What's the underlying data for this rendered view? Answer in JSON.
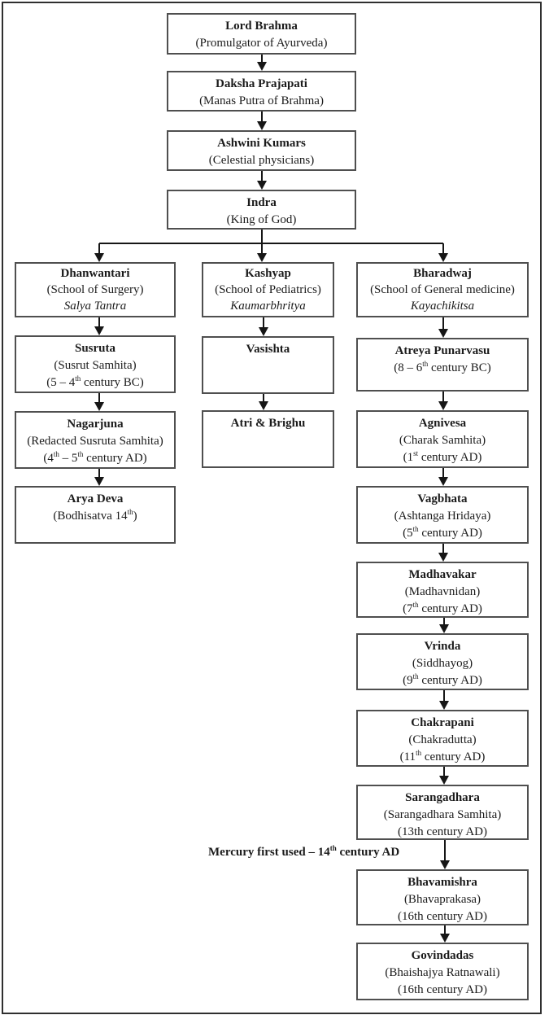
{
  "figure": {
    "description": "Lineage flowchart of Ayurveda from Lord Brahma through three schools",
    "colors": {
      "background": "#ffffff",
      "box_border": "#4f4f4f",
      "ink": "#1b1b1b",
      "frame": "#2f2f2f"
    }
  },
  "note": {
    "text": "Mercury first used – 14^th^ century AD"
  },
  "nodes": {
    "brahma": {
      "title": "Lord Brahma",
      "line2": "(Promulgator of Ayurveda)"
    },
    "daksha": {
      "title": "Daksha Prajapati",
      "line2": "(Manas Putra of Brahma)"
    },
    "ashwini": {
      "title": "Ashwini Kumars",
      "line2": "(Celestial physicians)"
    },
    "indra": {
      "title": "Indra",
      "line2": "(King of God)"
    },
    "dhanwantari": {
      "title": "Dhanwantari",
      "line2": "(School of Surgery)",
      "line3": "Salya Tantra"
    },
    "kashyap": {
      "title": "Kashyap",
      "line2": "(School of Pediatrics)",
      "line3": "Kaumarbhritya"
    },
    "bharadwaj": {
      "title": "Bharadwaj",
      "line2": "(School of General medicine)",
      "line3": "Kayachikitsa"
    },
    "susruta": {
      "title": "Susruta",
      "line2": "(Susrut Samhita)",
      "line3": "(5 – 4^th^ century BC)"
    },
    "nagarjuna": {
      "title": "Nagarjuna",
      "line2": "(Redacted Susruta Samhita)",
      "line3": "(4^th^ – 5^th^ century AD)"
    },
    "aryadeva": {
      "title": "Arya Deva",
      "line2": "(Bodhisatva 14^th^)"
    },
    "vasishta": {
      "title": "Vasishta"
    },
    "atri": {
      "title": "Atri & Brighu"
    },
    "atreya": {
      "title": "Atreya Punarvasu",
      "line2": "(8 – 6^th^ century BC)"
    },
    "agnivesa": {
      "title": "Agnivesa",
      "line2": "(Charak Samhita)",
      "line3": "(1^st^ century AD)"
    },
    "vagbhata": {
      "title": "Vagbhata",
      "line2": "(Ashtanga Hridaya)",
      "line3": "(5^th^ century AD)"
    },
    "madhavakar": {
      "title": "Madhavakar",
      "line2": "(Madhavnidan)",
      "line3": "(7^th^ century AD)"
    },
    "vrinda": {
      "title": "Vrinda",
      "line2": "(Siddhayog)",
      "line3": "(9^th^ century AD)"
    },
    "chakrapani": {
      "title": "Chakrapani",
      "line2": "(Chakradutta)",
      "line3": "(11^th^ century AD)"
    },
    "sarangadhara": {
      "title": "Sarangadhara",
      "line2": "(Sarangadhara Samhita)",
      "line3": "(13th century AD)"
    },
    "bhavamishra": {
      "title": "Bhavamishra",
      "line2": "(Bhavaprakasa)",
      "line3": "(16th century AD)"
    },
    "govindadas": {
      "title": "Govindadas",
      "line2": "(Bhaishajya Ratnawali)",
      "line3": "(16th century AD)"
    }
  },
  "edges": [
    [
      "brahma",
      "daksha"
    ],
    [
      "daksha",
      "ashwini"
    ],
    [
      "ashwini",
      "indra"
    ],
    [
      "indra",
      "dhanwantari"
    ],
    [
      "indra",
      "kashyap"
    ],
    [
      "indra",
      "bharadwaj"
    ],
    [
      "dhanwantari",
      "susruta"
    ],
    [
      "susruta",
      "nagarjuna"
    ],
    [
      "nagarjuna",
      "aryadeva"
    ],
    [
      "kashyap",
      "vasishta"
    ],
    [
      "vasishta",
      "atri"
    ],
    [
      "bharadwaj",
      "atreya"
    ],
    [
      "atreya",
      "agnivesa"
    ],
    [
      "agnivesa",
      "vagbhata"
    ],
    [
      "vagbhata",
      "madhavakar"
    ],
    [
      "madhavakar",
      "vrinda"
    ],
    [
      "vrinda",
      "chakrapani"
    ],
    [
      "chakrapani",
      "sarangadhara"
    ],
    [
      "sarangadhara",
      "bhavamishra"
    ],
    [
      "bhavamishra",
      "govindadas"
    ]
  ]
}
